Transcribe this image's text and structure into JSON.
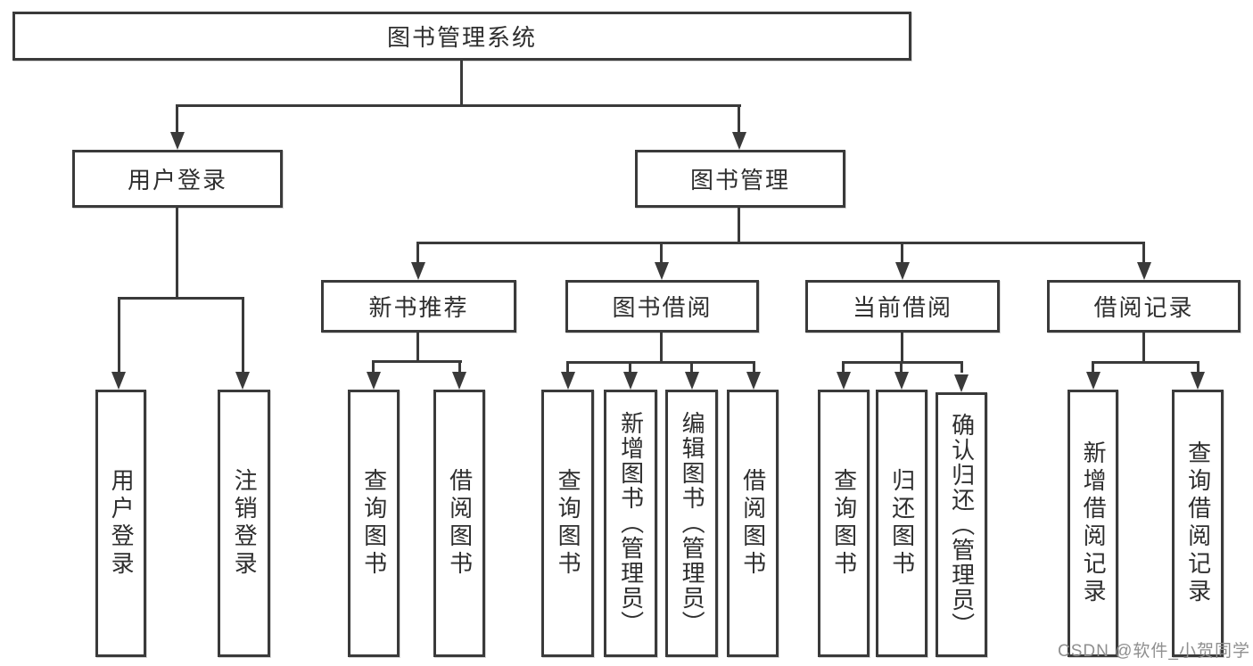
{
  "diagram": {
    "title": "图书管理系统",
    "tree": {
      "root": {
        "label": "图书管理系统",
        "children": [
          {
            "label": "用户登录",
            "children": [
              {
                "label": "用户登录"
              },
              {
                "label": "注销登录"
              }
            ]
          },
          {
            "label": "图书管理",
            "children": [
              {
                "label": "新书推荐",
                "children": [
                  {
                    "label": "查询图书"
                  },
                  {
                    "label": "借阅图书"
                  }
                ]
              },
              {
                "label": "图书借阅",
                "children": [
                  {
                    "label": "查询图书"
                  },
                  {
                    "label": "新增图书（管理员）"
                  },
                  {
                    "label": "编辑图书（管理员）"
                  },
                  {
                    "label": "借阅图书"
                  }
                ]
              },
              {
                "label": "当前借阅",
                "children": [
                  {
                    "label": "查询图书"
                  },
                  {
                    "label": "归还图书"
                  },
                  {
                    "label": "确认归还（管理员）"
                  }
                ]
              },
              {
                "label": "借阅记录",
                "children": [
                  {
                    "label": "新增借阅记录"
                  },
                  {
                    "label": "查询借阅记录"
                  }
                ]
              }
            ]
          }
        ]
      }
    },
    "colors": {
      "line": "#3a3a3a",
      "text": "#2e2e2e",
      "background": "#ffffff",
      "watermark_gray": "#8f8f8f"
    }
  },
  "watermark": "CSDN @软件_小贺同学"
}
